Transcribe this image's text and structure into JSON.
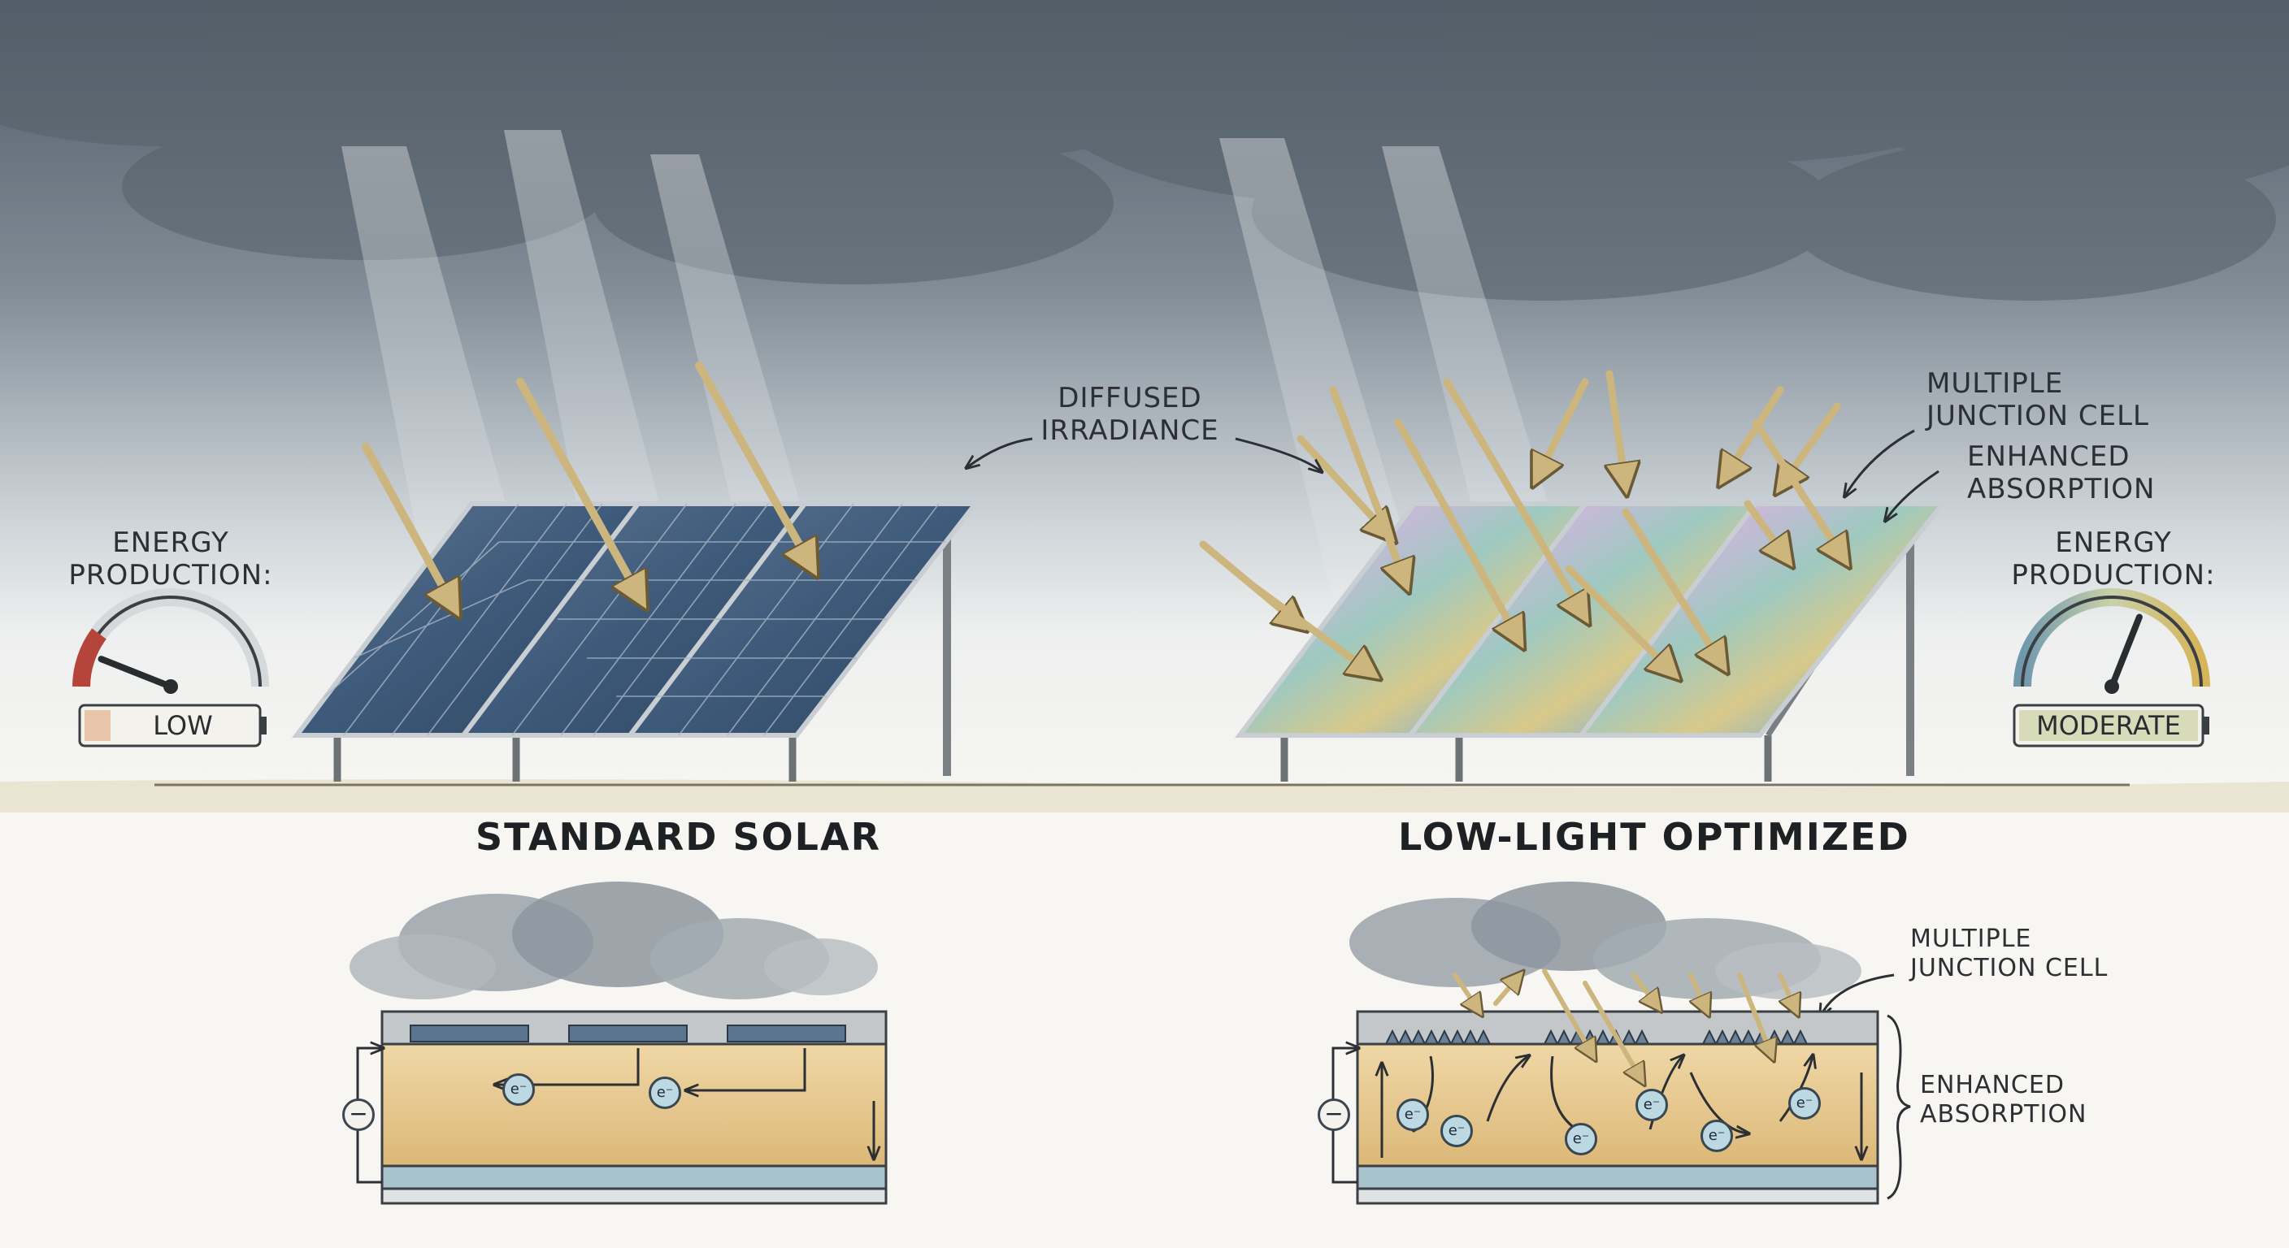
{
  "labels": {
    "diffused": [
      "DIFFUSED",
      "IRRADIANCE"
    ],
    "multi_junction_top": [
      "MULTIPLE",
      "JUNCTION CELL"
    ],
    "enhanced_top": [
      "ENHANCED",
      "ABSORPTION"
    ],
    "energy_left": [
      "ENERGY",
      "PRODUCTION:"
    ],
    "energy_right": [
      "ENERGY",
      "PRODUCTION:"
    ],
    "multi_junction_bottom": [
      "MULTIPLE",
      "JUNCTION CELL"
    ],
    "enhanced_bottom": [
      "ENHANCED",
      "ABSORPTION"
    ]
  },
  "titles": {
    "standard": "STANDARD SOLAR",
    "optimized": "LOW-LIGHT OPTIMIZED"
  },
  "gauges": {
    "left": {
      "status": "LOW",
      "level": 0.12,
      "color": "#b5443b"
    },
    "right": {
      "status": "MODERATE",
      "level": 0.62,
      "color": "#c9b25a"
    }
  },
  "electron_symbol": "e⁻",
  "minus_symbol": "−",
  "colors": {
    "sky": "#5c6872",
    "panel_standard": "#3e5a7a",
    "arrow": "#cdb57e",
    "silicon": "#e6c88e"
  }
}
